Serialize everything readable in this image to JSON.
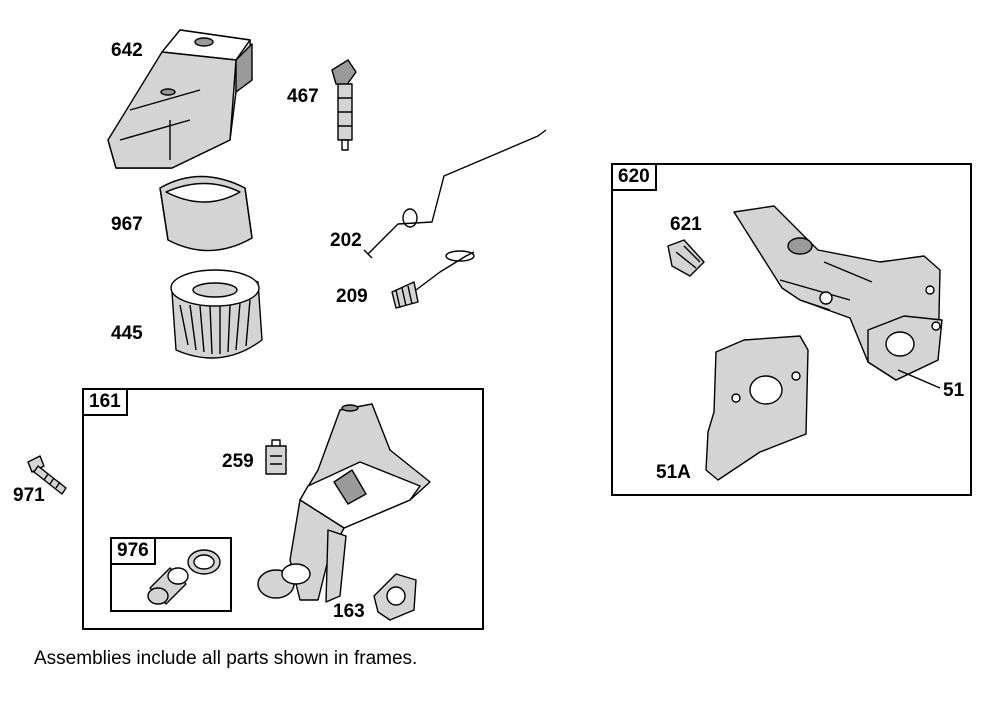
{
  "parts": {
    "p642": "642",
    "p467": "467",
    "p967": "967",
    "p202": "202",
    "p209": "209",
    "p445": "445",
    "p971": "971",
    "p259": "259",
    "p163": "163",
    "p621": "621",
    "p51": "51",
    "p51a": "51A"
  },
  "frames": {
    "f161": "161",
    "f976": "976",
    "f620": "620"
  },
  "footnote": "Assemblies include all parts shown in frames."
}
